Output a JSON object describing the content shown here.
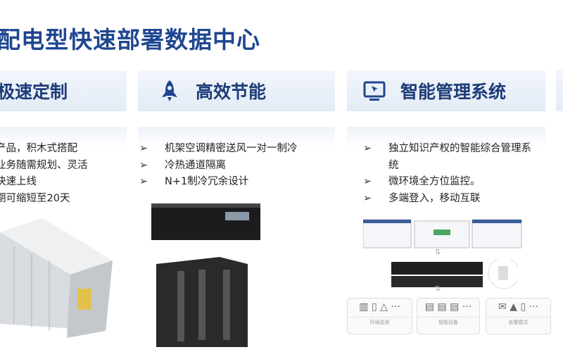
{
  "title": "配电型快速部署数据中心",
  "cards": [
    {
      "heading": "极速定制",
      "bullets": [
        "产品，积木式搭配",
        "业务随需规划、灵活",
        "快速上线",
        "期可缩短至20天"
      ]
    },
    {
      "heading": "高效节能",
      "icon": "rocket-icon",
      "bullets": [
        "机架空调精密送风一对一制冷",
        "冷热通道隔离",
        "N+1制冷冗余设计"
      ]
    },
    {
      "heading": "智能管理系统",
      "icon": "monitor-icon",
      "bullets": [
        "独立知识产权的智能综合管理系统",
        "微环境全方位监控。",
        "多端登入，移动互联"
      ]
    }
  ],
  "bullet_marker": "➢",
  "panels": [
    {
      "label": "环境监测"
    },
    {
      "label": "智能设备"
    },
    {
      "label": "告警模式"
    }
  ]
}
